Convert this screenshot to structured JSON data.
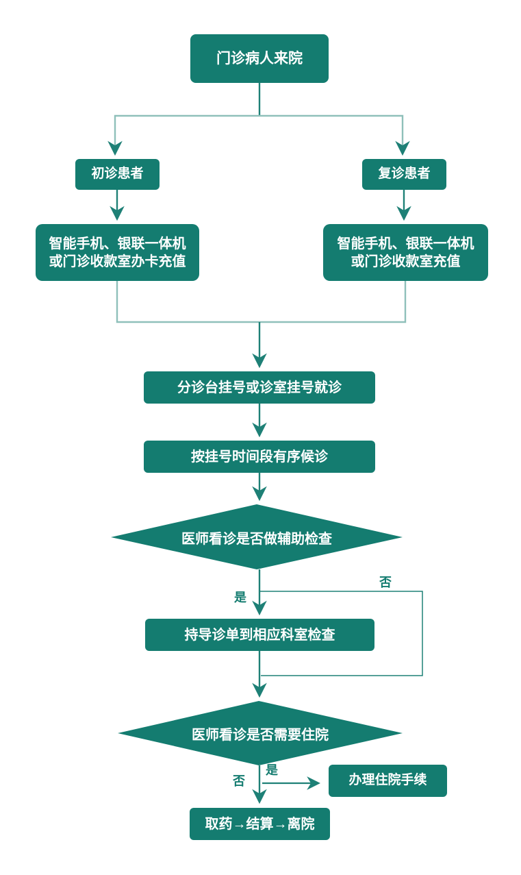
{
  "diagram": {
    "type": "flowchart",
    "language": "zh-CN",
    "colors": {
      "node_fill": "#147c70",
      "line_dark": "#1e8076",
      "line_light": "#8fc0ba",
      "node_text": "#ffffff",
      "edge_label_text": "#147c70"
    },
    "nodes": {
      "arrival": {
        "label": "门诊病人来院",
        "shape": "rect"
      },
      "first_visit": {
        "label": "初诊患者",
        "shape": "rect"
      },
      "return_visit": {
        "label": "复诊患者",
        "shape": "rect"
      },
      "first_charge": {
        "line1": "智能手机、银联一体机",
        "line2": "或门诊收款室办卡充值",
        "shape": "rect"
      },
      "return_charge": {
        "line1": "智能手机、银联一体机",
        "line2": "或门诊收款室充值",
        "shape": "rect"
      },
      "triage": {
        "label": "分诊台挂号或诊室挂号就诊",
        "shape": "rect"
      },
      "wait": {
        "label": "按挂号时间段有序候诊",
        "shape": "rect"
      },
      "decision_aux_exam": {
        "label": "医师看诊是否做辅助检查",
        "shape": "diamond"
      },
      "exam": {
        "label": "持导诊单到相应科室检查",
        "shape": "rect"
      },
      "decision_admission": {
        "label": "医师看诊是否需要住院",
        "shape": "diamond"
      },
      "admission": {
        "label": "办理住院手续",
        "shape": "rect"
      },
      "leave": {
        "label": "取药→结算→离院",
        "shape": "rect"
      }
    },
    "edge_labels": {
      "d1_yes": "是",
      "d1_no": "否",
      "d2_yes": "是",
      "d2_no": "否"
    },
    "edges": [
      {
        "from": "arrival",
        "to": "first_visit"
      },
      {
        "from": "arrival",
        "to": "return_visit"
      },
      {
        "from": "first_visit",
        "to": "first_charge"
      },
      {
        "from": "return_visit",
        "to": "return_charge"
      },
      {
        "from": "first_charge",
        "to": "triage"
      },
      {
        "from": "return_charge",
        "to": "triage"
      },
      {
        "from": "triage",
        "to": "wait"
      },
      {
        "from": "wait",
        "to": "decision_aux_exam"
      },
      {
        "from": "decision_aux_exam",
        "to": "exam",
        "label": "是"
      },
      {
        "from": "decision_aux_exam",
        "to": "decision_admission",
        "label": "否"
      },
      {
        "from": "exam",
        "to": "decision_admission"
      },
      {
        "from": "decision_admission",
        "to": "admission",
        "label": "是"
      },
      {
        "from": "decision_admission",
        "to": "leave",
        "label": "否"
      }
    ]
  }
}
